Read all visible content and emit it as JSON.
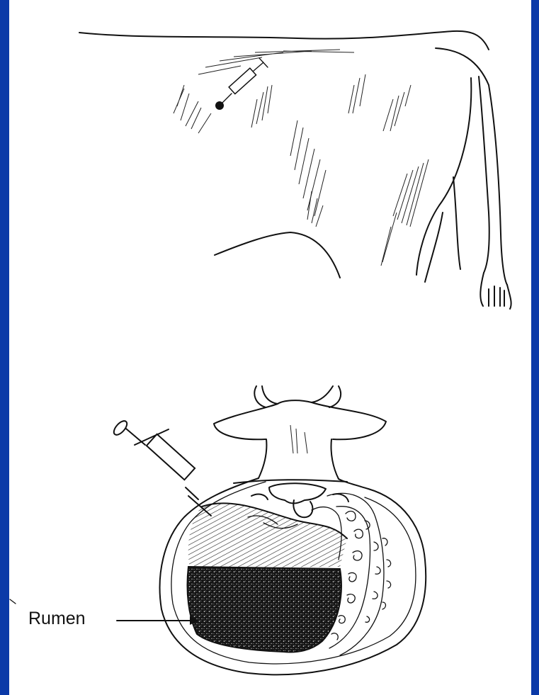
{
  "figure": {
    "labels": {
      "rumen": "Rumen"
    },
    "colors": {
      "background": "#0a2f8c",
      "panel": "#ffffff",
      "ink": "#111111",
      "rumen_contents": "#1a1a1a"
    },
    "views": [
      "cow-flank-injection-view",
      "cow-cross-section-view"
    ]
  }
}
